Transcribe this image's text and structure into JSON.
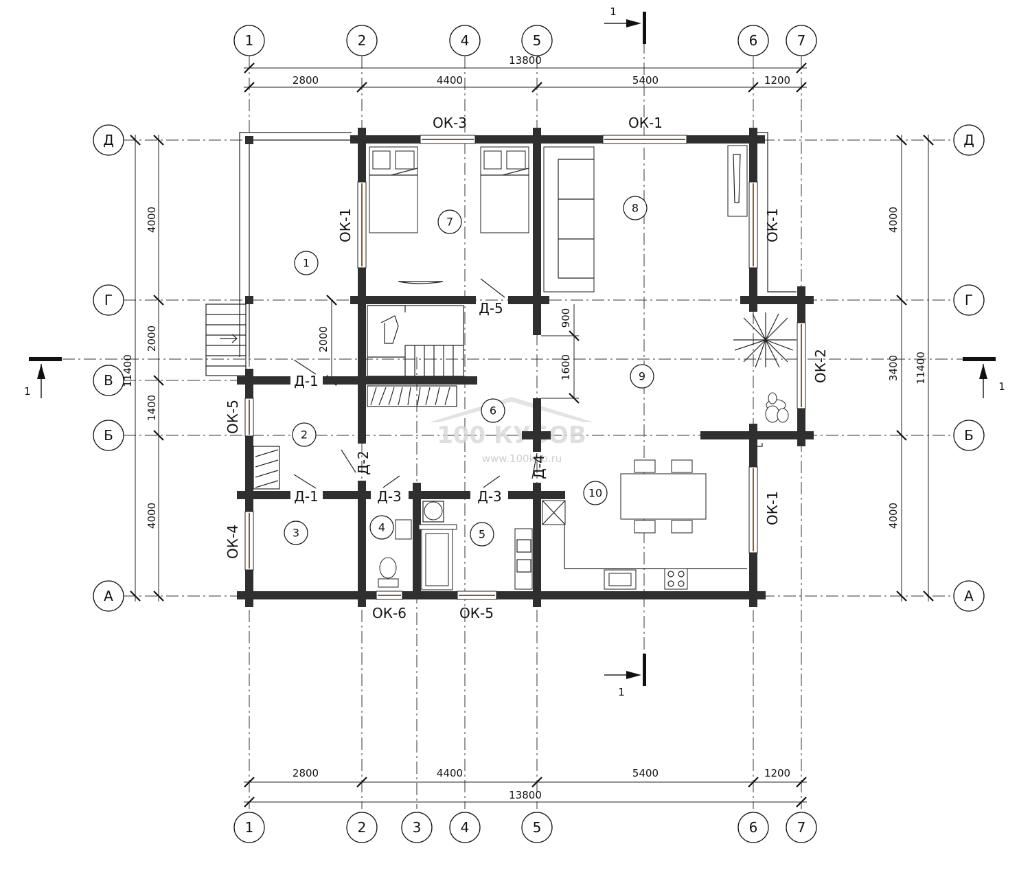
{
  "axes": {
    "columns": [
      {
        "label": "1"
      },
      {
        "label": "2"
      },
      {
        "label": "3"
      },
      {
        "label": "4"
      },
      {
        "label": "5"
      },
      {
        "label": "6"
      },
      {
        "label": "7"
      }
    ],
    "rows": [
      {
        "label": "Д"
      },
      {
        "label": "Г"
      },
      {
        "label": "В"
      },
      {
        "label": "Б"
      },
      {
        "label": "А"
      }
    ]
  },
  "dimensions": {
    "top_overall": "13800",
    "top_segments": [
      "2800",
      "4400",
      "5400",
      "1200"
    ],
    "bottom_segments": [
      "2800",
      "4400",
      "5400",
      "1200"
    ],
    "bottom_overall": "13800",
    "left_overall": "11400",
    "left_segments": [
      "4000",
      "2000",
      "1400",
      "4000"
    ],
    "right_overall": "11400",
    "right_segments": [
      "4000",
      "3400",
      "4000"
    ],
    "stair_height": "2000",
    "corridor_900": "900",
    "corridor_1600": "1600"
  },
  "section": {
    "label": "1"
  },
  "rooms": [
    "1",
    "2",
    "3",
    "4",
    "5",
    "6",
    "7",
    "8",
    "9",
    "10"
  ],
  "windows": {
    "ok3": "ОК-3",
    "ok1_top": "ОК-1",
    "ok1_left": "ОК-1",
    "ok1_right_upper": "ОК-1",
    "ok1_right_lower": "ОК-1",
    "ok2": "ОК-2",
    "ok5_left": "ОК-5",
    "ok4": "ОК-4",
    "ok6": "ОК-6",
    "ok5_bottom": "ОК-5"
  },
  "doors": {
    "d5": "Д-5",
    "d1_upper": "Д-1",
    "d1_lower": "Д-1",
    "d2": "Д-2",
    "d3_left": "Д-3",
    "d3_right": "Д-3",
    "d4": "Д-4"
  },
  "watermark": {
    "brand": "100 КУБОВ",
    "url": "www.100kub.ru"
  }
}
